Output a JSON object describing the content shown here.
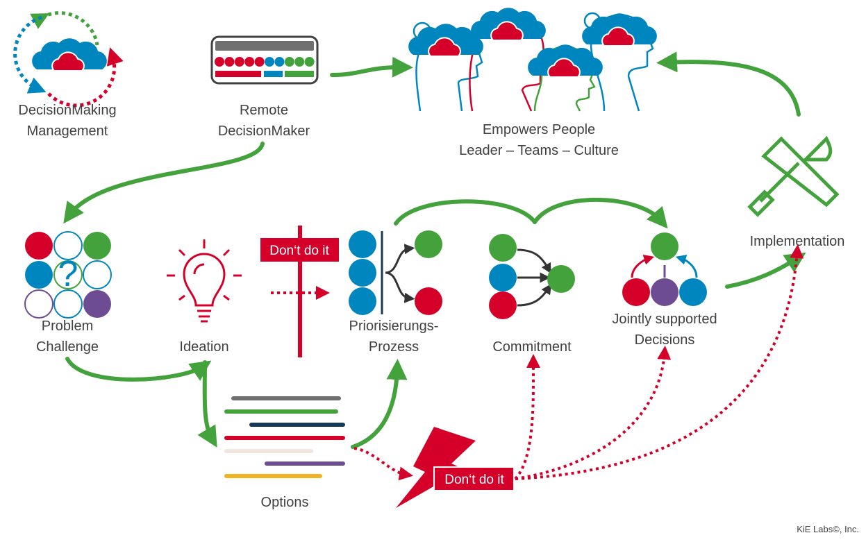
{
  "colors": {
    "red": "#d5002a",
    "blue": "#0086bf",
    "green": "#44a23d",
    "purple": "#6e4c93",
    "gray": "#707070",
    "navy": "#153a5a",
    "yellow": "#f0b323",
    "beige": "#f0e6df"
  },
  "nodes": {
    "dm": {
      "line1": "DecisionMaking",
      "line2": "Management"
    },
    "remote": {
      "line1": "Remote",
      "line2": "DecisionMaker"
    },
    "people": {
      "line1": "Empowers People",
      "line2": "Leader – Teams – Culture"
    },
    "implementation": {
      "label": "Implementation"
    },
    "problem": {
      "line1": "Problem",
      "line2": "Challenge",
      "glyph": "?"
    },
    "ideation": {
      "label": "Ideation"
    },
    "prior": {
      "line1": "Priorisierungs-",
      "line2": "Prozess"
    },
    "commitment": {
      "label": "Commitment"
    },
    "jointly": {
      "line1": "Jointly supported",
      "line2": "Decisions"
    },
    "options": {
      "label": "Options"
    }
  },
  "signs": {
    "post": "Don‘t do it",
    "lightning": "Don‘t do it"
  },
  "footer": "KiE Labs©, Inc."
}
